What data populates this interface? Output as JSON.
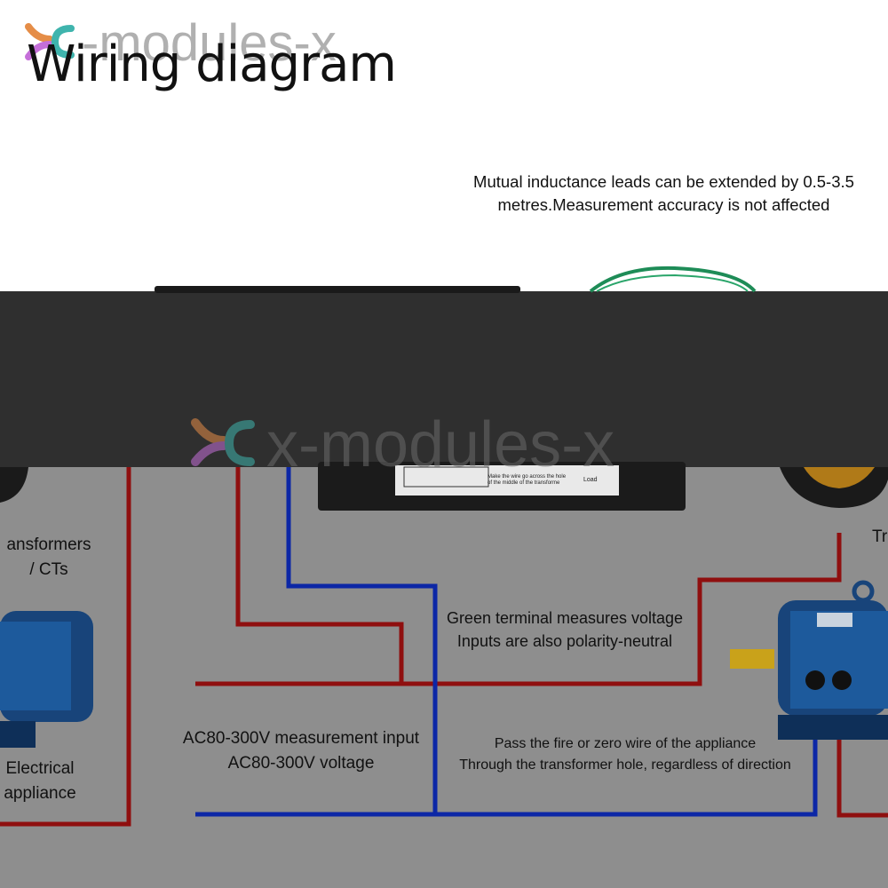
{
  "title": "Wiring diagram",
  "watermark": "x-modules-x",
  "note": "Mutual inductance leads can be extended by 0.5-3.5 metres.Measurement accuracy is not affected",
  "labels": {
    "transformers": "ansformers\n/ CTs",
    "electrical": "Electrical\nappliance",
    "tr_cut": "Tr",
    "green_terminal": "Green terminal measures voltage\nInputs are also polarity-neutral",
    "ac_input": "AC80-300V measurement input\nAC80-300V voltage",
    "pass_fire": "Pass the fire or zero wire of the appliance\nThrough the transformer hole, regardless of direction",
    "ct_small1": "Make the wire go across the hole",
    "ct_small2": "of the middle of the transforme",
    "load": "Load"
  },
  "colors": {
    "wire_red": "#8f0f0f",
    "wire_blue": "#0c27a6",
    "wire_green": "#1e8c57",
    "background_gray": "#8e8e8e",
    "dark_band": "#2f2f2f",
    "motor_blue": "#18447a",
    "logo_orange": "#e58d47",
    "logo_purple": "#c56fd9",
    "logo_teal": "#3fb4ad"
  }
}
